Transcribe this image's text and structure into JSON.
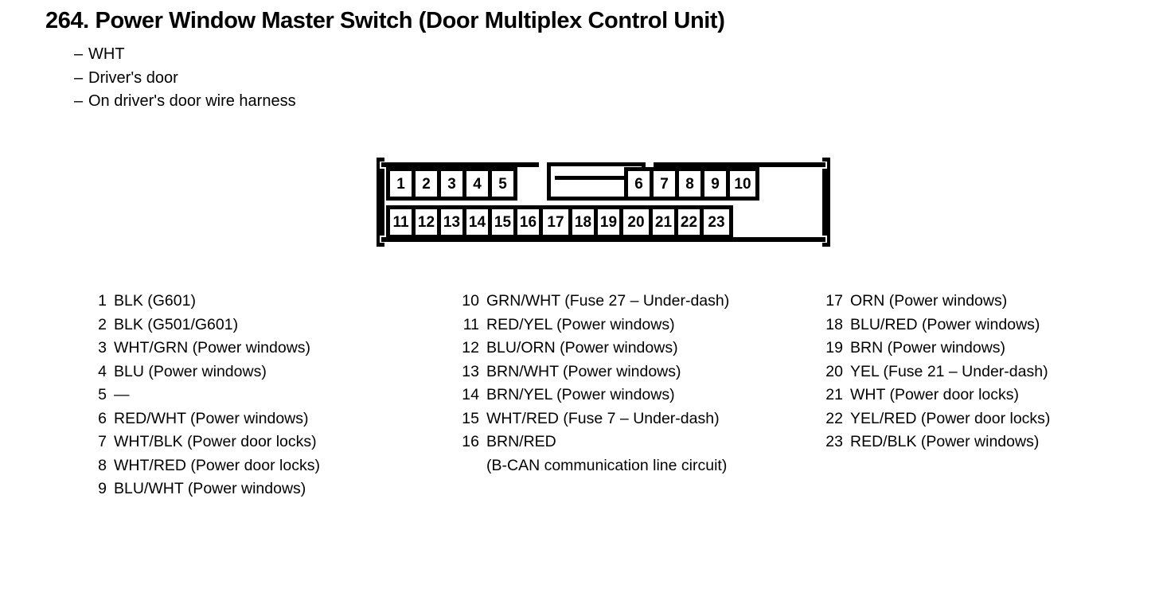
{
  "header": {
    "number": "264.",
    "title": "264.  Power Window Master Switch (Door Multiplex Control Unit)",
    "subtitles": [
      "WHT",
      "Driver's door",
      "On driver's door wire harness"
    ],
    "dash": "–"
  },
  "connector": {
    "top_row_left": [
      "1",
      "2",
      "3",
      "4",
      "5"
    ],
    "top_row_right": [
      "6",
      "7",
      "8",
      "9",
      "10"
    ],
    "bottom_row": [
      "11",
      "12",
      "13",
      "14",
      "15",
      "16",
      "17",
      "18",
      "19",
      "20",
      "21",
      "22",
      "23"
    ],
    "latch_label": ""
  },
  "pin_columns": [
    {
      "entries": [
        {
          "num": "1",
          "desc": "BLK (G601)"
        },
        {
          "num": "2",
          "desc": "BLK (G501/G601)"
        },
        {
          "num": "3",
          "desc": "WHT/GRN (Power windows)"
        },
        {
          "num": "4",
          "desc": "BLU (Power windows)"
        },
        {
          "num": "5",
          "desc": "—"
        },
        {
          "num": "6",
          "desc": "RED/WHT (Power windows)"
        },
        {
          "num": "7",
          "desc": "WHT/BLK (Power door locks)"
        },
        {
          "num": "8",
          "desc": "WHT/RED (Power door locks)"
        },
        {
          "num": "9",
          "desc": "BLU/WHT (Power windows)"
        }
      ]
    },
    {
      "entries": [
        {
          "num": "10",
          "desc": "GRN/WHT (Fuse 27 – Under-dash)"
        },
        {
          "num": "11",
          "desc": "RED/YEL (Power windows)"
        },
        {
          "num": "12",
          "desc": "BLU/ORN (Power windows)"
        },
        {
          "num": "13",
          "desc": "BRN/WHT (Power windows)"
        },
        {
          "num": "14",
          "desc": "BRN/YEL (Power windows)"
        },
        {
          "num": "15",
          "desc": "WHT/RED (Fuse 7 – Under-dash)"
        },
        {
          "num": "16",
          "desc": "BRN/RED",
          "desc_cont": "(B-CAN communication line circuit)"
        }
      ]
    },
    {
      "entries": [
        {
          "num": "17",
          "desc": "ORN (Power windows)"
        },
        {
          "num": "18",
          "desc": "BLU/RED (Power windows)"
        },
        {
          "num": "19",
          "desc": "BRN (Power windows)"
        },
        {
          "num": "20",
          "desc": "YEL (Fuse 21 – Under-dash)"
        },
        {
          "num": "21",
          "desc": "WHT (Power door locks)"
        },
        {
          "num": "22",
          "desc": "YEL/RED (Power door locks)"
        },
        {
          "num": "23",
          "desc": "RED/BLK (Power windows)"
        }
      ]
    }
  ],
  "colors": {
    "ink": "#000000",
    "background": "#ffffff"
  }
}
